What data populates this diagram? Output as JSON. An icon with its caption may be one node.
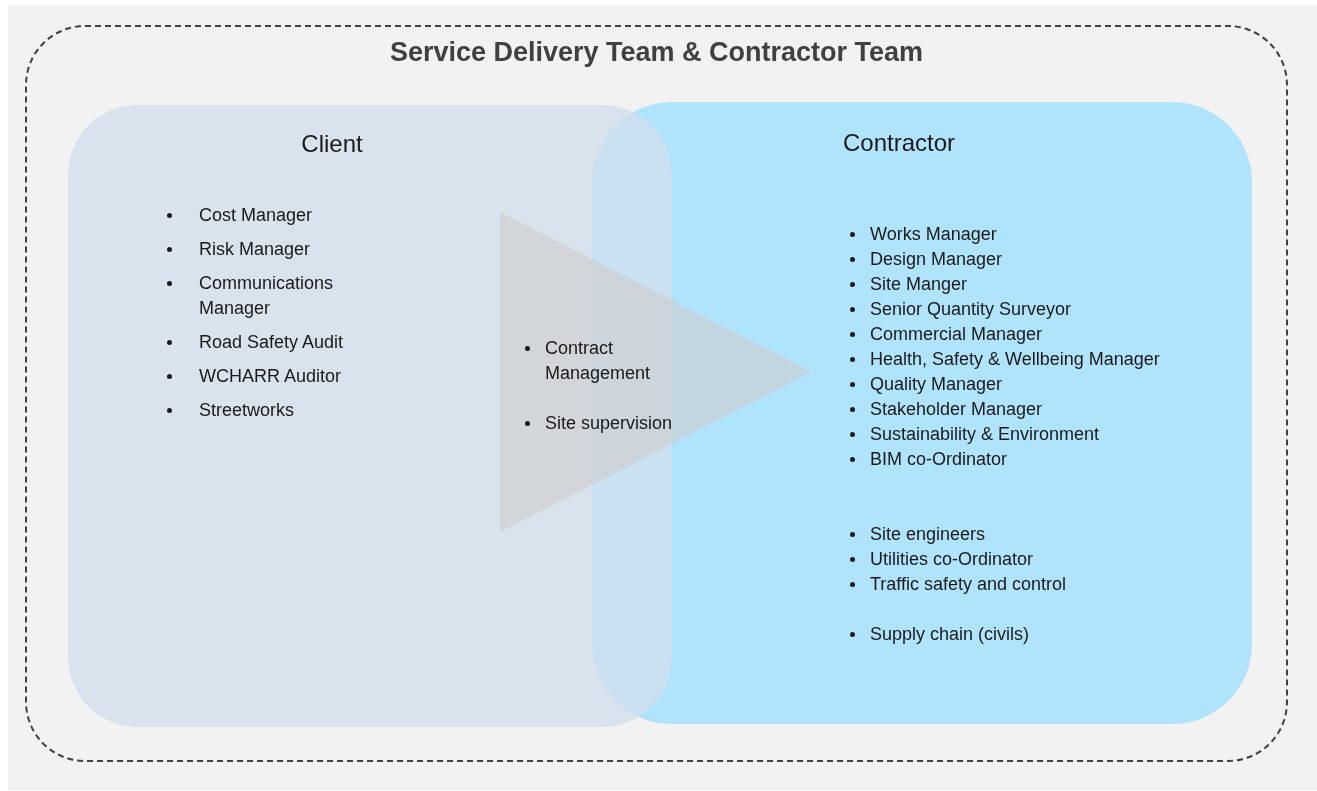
{
  "diagram": {
    "nodes": [
      {
        "text": [
          "Service Delivery Team & Contractor Team"
        ]
      },
      {
        "text": [
          "Client",
          "Cost Manager",
          "Risk Manager",
          "Communications Manager",
          "Road Safety Audit",
          "WCHARR Auditor",
          "Streetworks"
        ],
        "in": 0
      },
      {
        "text": [
          "Contractor",
          "Works Manager",
          "Design Manager",
          "Site Manger",
          "Senior Quantity Surveyor",
          "Commercial Manager",
          "Health, Safety & Wellbeing Manager",
          "Quality Manager",
          "Stakeholder Manager",
          "Sustainability & Environment",
          "BIM co-Ordinator",
          "Site engineers",
          "Utilities co-Ordinator",
          "Traffic safety and control",
          "Supply chain (civils)"
        ],
        "in": 0
      },
      {
        "text": [
          "Contract Management",
          "Site supervision"
        ],
        "in": 0
      }
    ]
  }
}
